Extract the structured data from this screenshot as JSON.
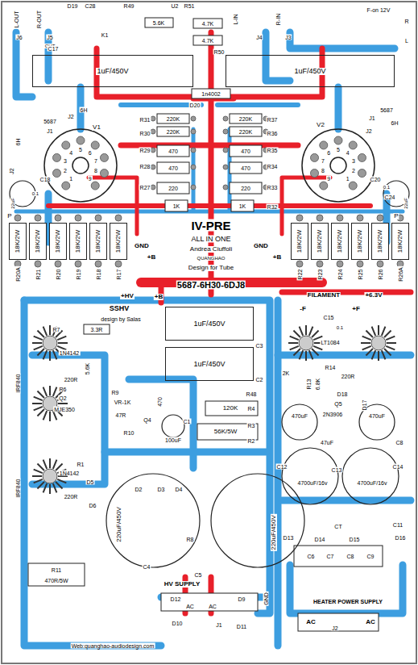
{
  "diagram": {
    "nodes": [
      {
        "text": [
          "1uF/450V"
        ]
      },
      {
        "text": [
          "1uF/450V"
        ]
      },
      {
        "text": [
          "18K/2W"
        ]
      },
      {
        "text": [
          "18K/2W"
        ]
      },
      {
        "text": [
          "18K/2W"
        ]
      },
      {
        "text": [
          "18K/2W"
        ]
      },
      {
        "text": [
          "18K/2W"
        ]
      },
      {
        "text": [
          "18K/2W"
        ]
      },
      {
        "text": [
          "18K/2W"
        ]
      },
      {
        "text": [
          "18K/2W"
        ]
      },
      {
        "text": [
          "18K/2W"
        ]
      },
      {
        "text": [
          "18K/2W"
        ]
      },
      {
        "text": [
          "18K/2W"
        ]
      },
      {
        "text": [
          "18K/2W"
        ]
      },
      {
        "text": [
          "1uF/450V"
        ]
      },
      {
        "text": [
          "1uF/450V"
        ]
      }
    ],
    "labels": [
      "L-OUT",
      "R-OUT",
      "J6",
      "J5",
      "OUT",
      "D19",
      "C28",
      "R49",
      "5.6K",
      "K1",
      "U2",
      "R51",
      "4.7K",
      "4.7K",
      "R50",
      "L-IN",
      "R-IN",
      "J4",
      "J3",
      "F-on 12V",
      "R",
      "L",
      "C17",
      "D20",
      "1n4002",
      "J2",
      "6H",
      "5687",
      "J1",
      "6H",
      "J2",
      "V1",
      "C18",
      "0.1",
      "22uF",
      "P",
      "R31",
      "220K",
      "R30",
      "220K",
      "R29",
      "470",
      "R28",
      "470",
      "R27",
      "220",
      "1K",
      "220K",
      "R37",
      "220K",
      "R36",
      "R35",
      "470",
      "R34",
      "470",
      "R33",
      "220",
      "1K",
      "R32",
      "J1",
      "5687",
      "6H",
      "J2",
      "V2",
      "C20",
      "0.1",
      "C24",
      "22uF",
      "P",
      "IV-PRE",
      "ALL IN ONE",
      "Andrea Ciuffoli",
      "QUANGHAO",
      "Design for Tube",
      "5687-6H30-6DJ8",
      "GND",
      "+B",
      "GND",
      "+B",
      "R20A",
      "R21",
      "R20",
      "R19",
      "R18",
      "R17",
      "R22",
      "R23",
      "R24",
      "R25",
      "R26",
      "R26A",
      "+HV",
      "+B",
      "SSHV",
      "design by Salas",
      "FILAMENT",
      "+6.3V",
      "R7",
      "3.3R",
      "C3",
      "1N4142",
      "5.6K",
      "IRF840",
      "220R",
      "R6",
      "Q2",
      "R9",
      "VR-1K",
      "47R",
      "MJE350",
      "R10",
      "Q4",
      "470",
      "100uF",
      "C1",
      "C2",
      "R48",
      "120K",
      "R4",
      "R3",
      "56K/5W",
      "R2",
      "R1",
      "IRF840",
      "1N4142",
      "D5",
      "220R",
      "D6",
      "D2",
      "D3",
      "D4",
      "220uF/450V",
      "220uF/450V",
      "R8",
      "C4",
      "C5",
      "HV SUPPLY",
      "R11",
      "470R/5W",
      "D12",
      "AC",
      "AC",
      "D9",
      "D10",
      "J1",
      "D11",
      "GND",
      "Web:quanghao-audiodesign.com",
      "-F",
      "+F",
      "C15",
      "0.1",
      "LT1084",
      "2K",
      "R14",
      "220R",
      "R13",
      "6.8K",
      "D18",
      "Q5",
      "2N3906",
      "D17",
      "470uF",
      "470uF",
      "C8",
      "C12",
      "47uF",
      "C13",
      "C14",
      "4700uF/16v",
      "4700uF/16v",
      "CT",
      "C11",
      "D13",
      "D14",
      "D15",
      "D16",
      "C6",
      "C7",
      "C8",
      "C9",
      "HEATER POWER SUPPLY",
      "AC",
      "J2",
      "AC",
      "1",
      "2",
      "3",
      "4",
      "5",
      "6",
      "7",
      "8",
      "9",
      "1",
      "2",
      "3",
      "4",
      "5",
      "6",
      "7",
      "8",
      "9"
    ]
  }
}
